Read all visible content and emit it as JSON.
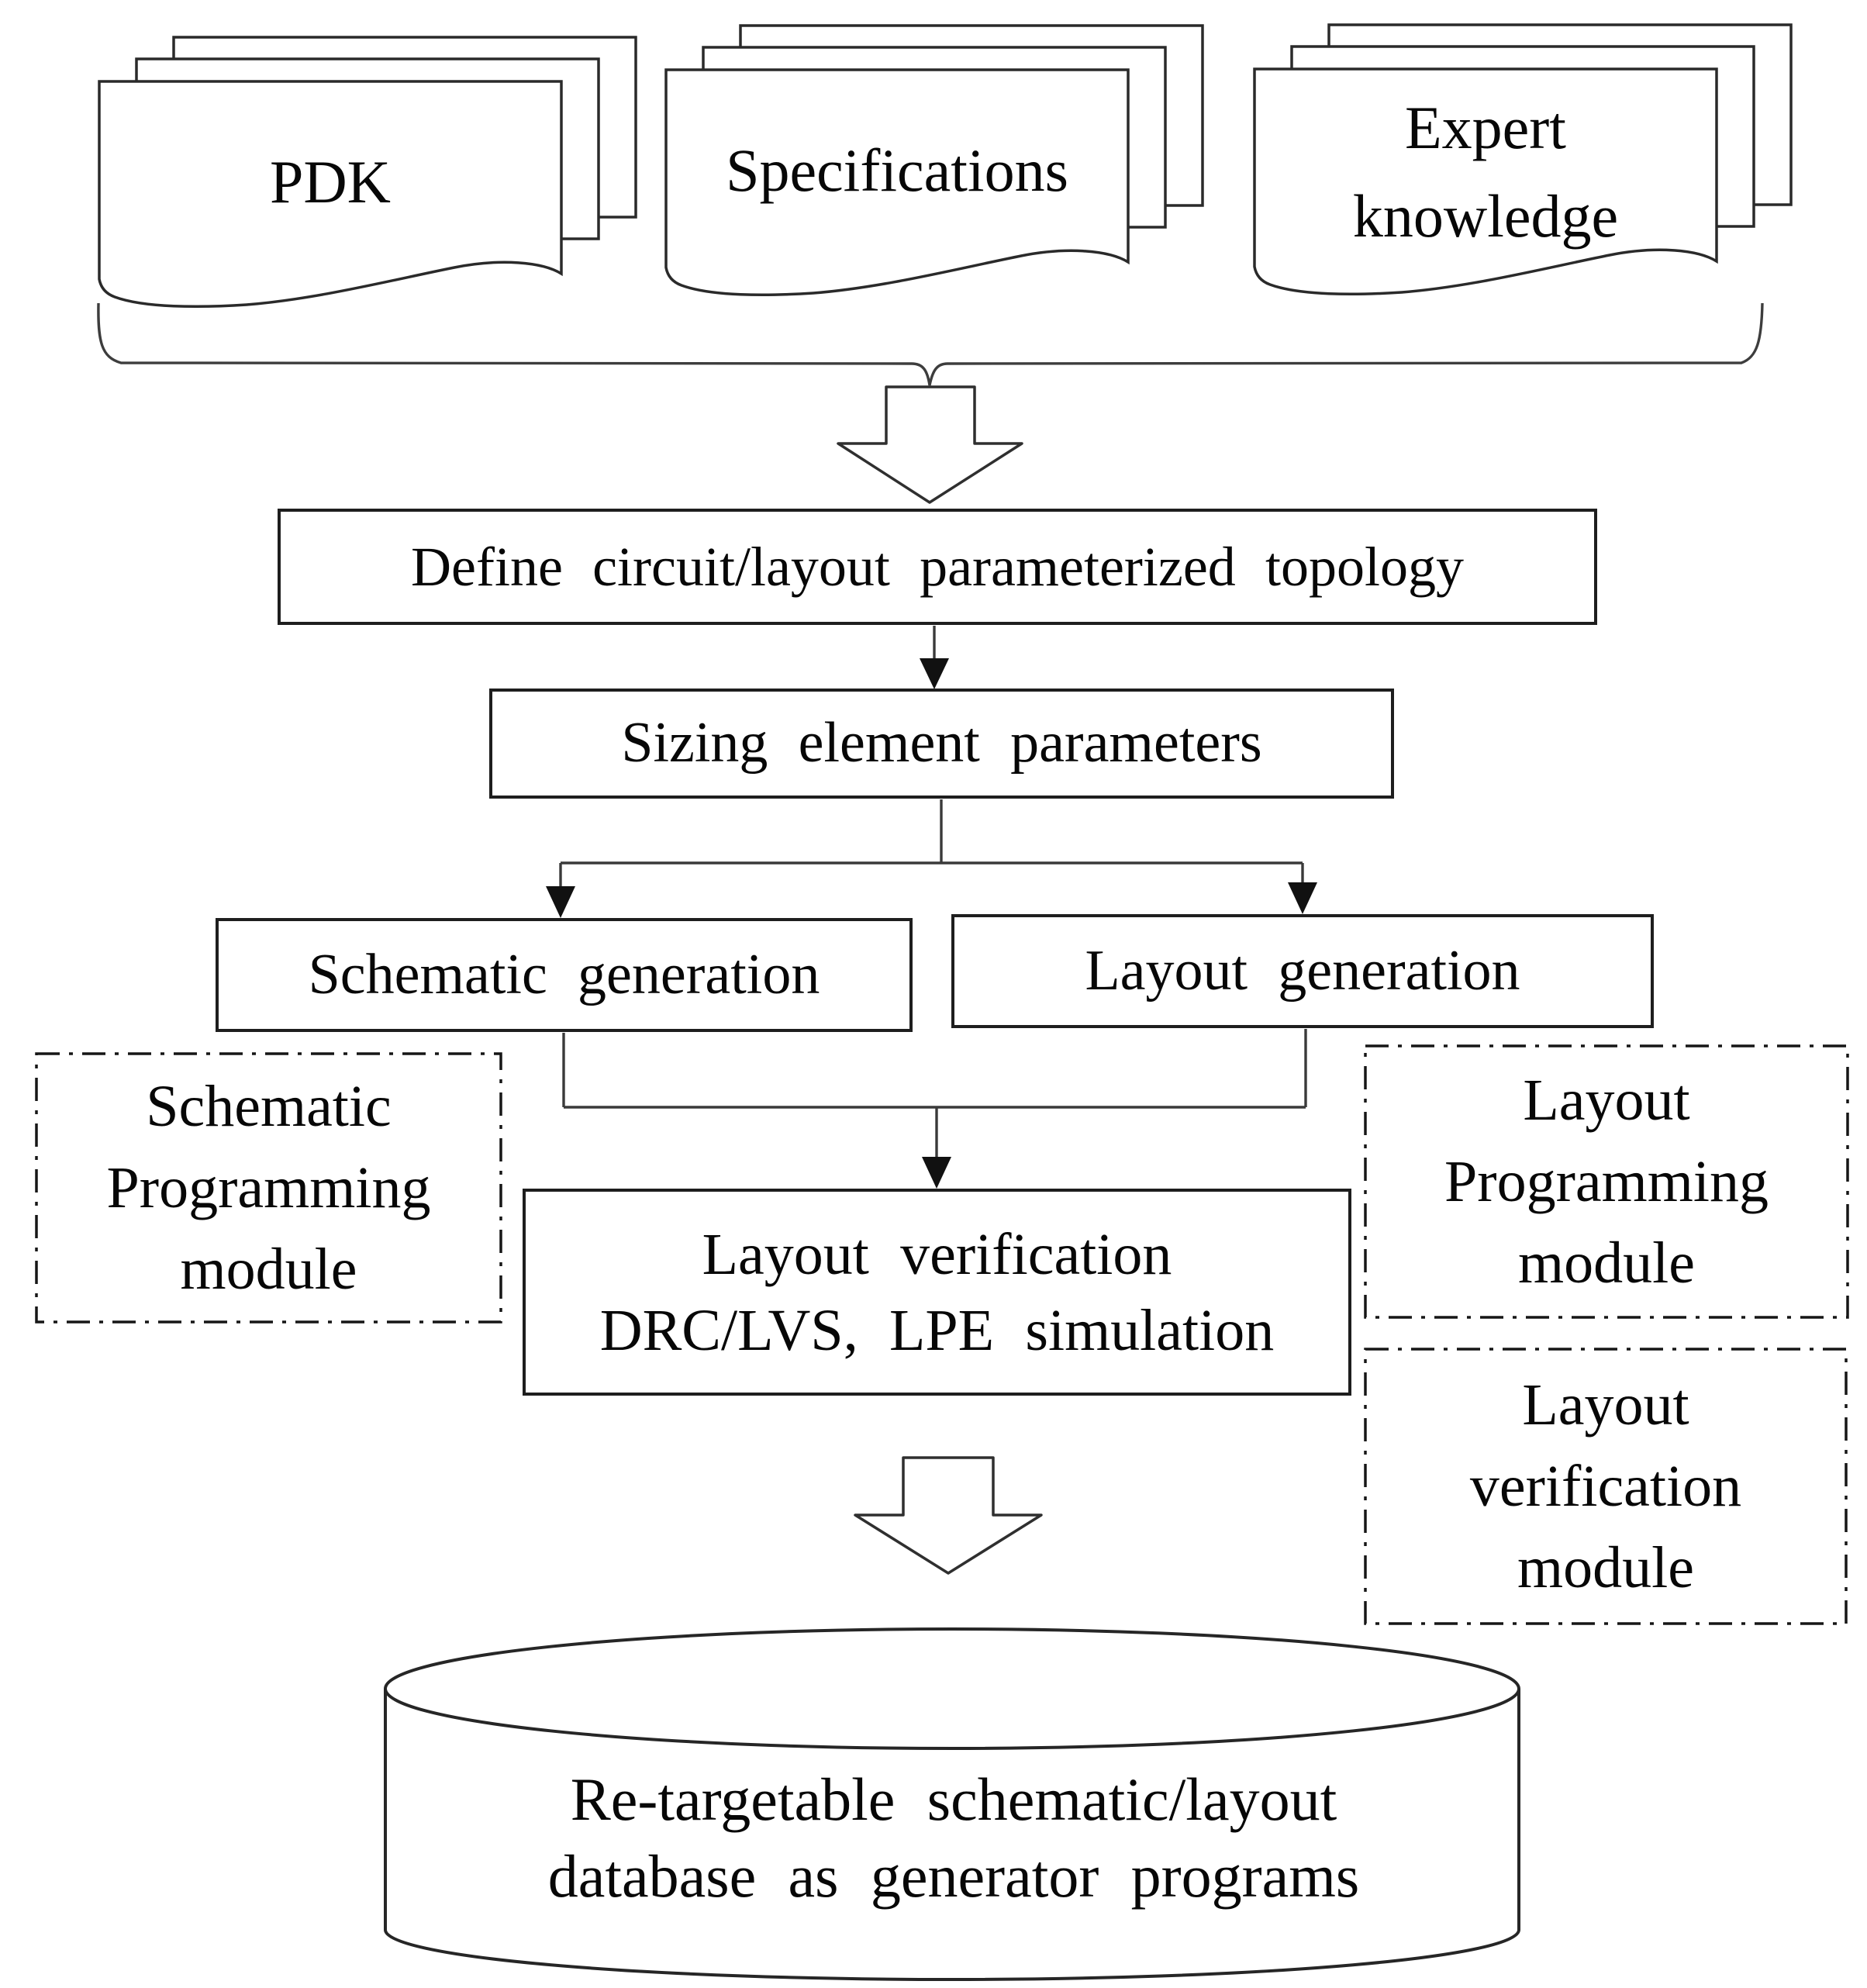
{
  "figure": {
    "background_color": "#ffffff",
    "line_color": "#2a2a2a",
    "text_color": "#070707",
    "inputs": [
      {
        "label": "PDK"
      },
      {
        "label": "Specifications"
      },
      {
        "label": "Expert\nknowledge"
      }
    ],
    "process_nodes": {
      "define_topology": {
        "label": "Define circuit/layout parameterized topology"
      },
      "sizing": {
        "label": "Sizing element parameters"
      },
      "schematic_generation": {
        "label": "Schematic generation"
      },
      "layout_generation": {
        "label": "Layout generation"
      },
      "layout_verification": {
        "label": "Layout verification\nDRC/LVS, LPE simulation"
      }
    },
    "modules": {
      "schematic_programming": {
        "label": "Schematic\nProgramming\nmodule"
      },
      "layout_programming": {
        "label": "Layout\nProgramming\nmodule"
      },
      "layout_verification": {
        "label": "Layout\nverification\nmodule"
      }
    },
    "database": {
      "label": "Re-targetable schematic/layout\ndatabase as generator programs"
    }
  }
}
